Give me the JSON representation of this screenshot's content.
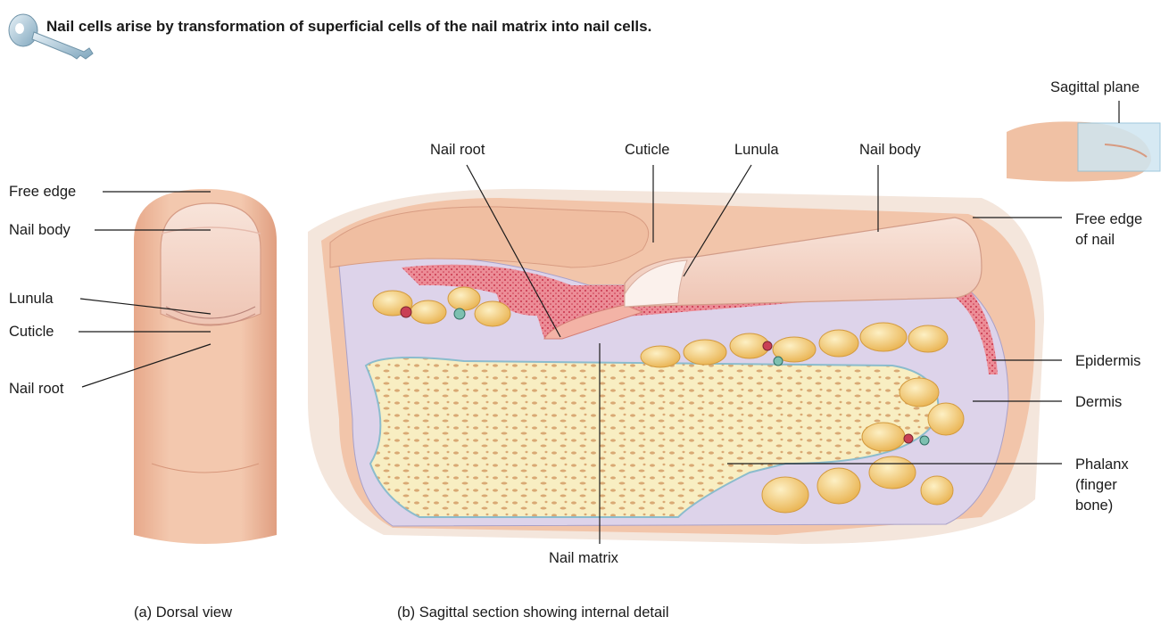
{
  "key_point": "Nail cells arise by transformation of superficial cells of the nail matrix into nail cells.",
  "dorsal_view": {
    "caption": "(a) Dorsal view",
    "labels": {
      "free_edge": "Free edge",
      "nail_body": "Nail body",
      "lunula": "Lunula",
      "cuticle": "Cuticle",
      "nail_root": "Nail root"
    }
  },
  "sagittal_section": {
    "caption": "(b) Sagittal section showing internal detail",
    "labels": {
      "nail_root": "Nail root",
      "cuticle": "Cuticle",
      "lunula": "Lunula",
      "nail_body": "Nail body",
      "free_edge_line1": "Free edge",
      "free_edge_line2": "of nail",
      "epidermis": "Epidermis",
      "dermis": "Dermis",
      "phalanx_line1": "Phalanx",
      "phalanx_line2": "(finger",
      "phalanx_line3": "bone)",
      "nail_matrix": "Nail matrix"
    }
  },
  "inset": {
    "label": "Sagittal plane"
  },
  "colors": {
    "skin": "#f1c3a6",
    "skin_shadow": "#e3a386",
    "nail": "#f6d6c8",
    "epidermis": "#e0586a",
    "dermis": "#ddd3ea",
    "fat": "#f5cf72",
    "bone": "#f8eec2",
    "plane": "#cfe6f1"
  }
}
